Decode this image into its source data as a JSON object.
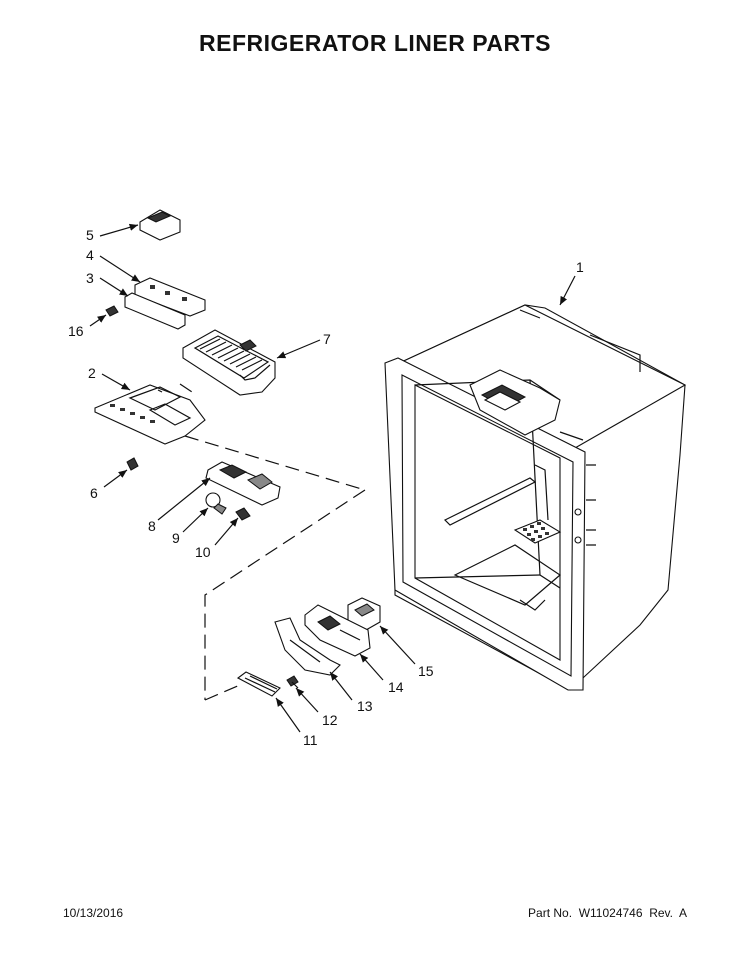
{
  "title": "REFRIGERATOR LINER PARTS",
  "footer": {
    "date": "10/13/2016",
    "part_number": "Part No.  W11024746  Rev.  A"
  },
  "callouts": [
    "1",
    "2",
    "3",
    "4",
    "5",
    "6",
    "7",
    "8",
    "9",
    "10",
    "11",
    "12",
    "13",
    "14",
    "15",
    "16"
  ]
}
